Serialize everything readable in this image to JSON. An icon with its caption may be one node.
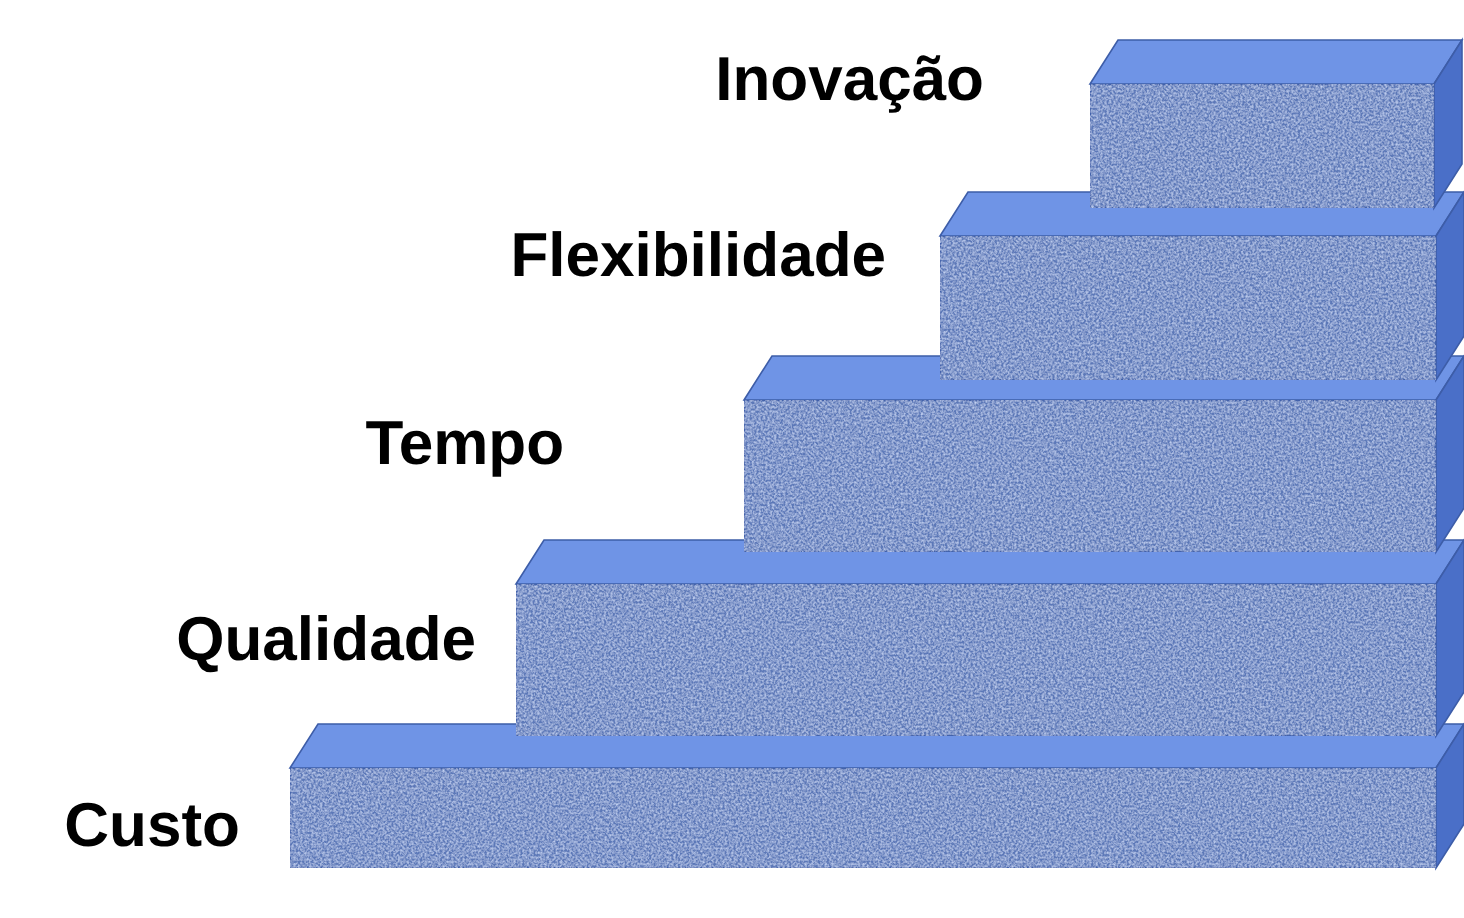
{
  "diagram": {
    "nodes": [
      {
        "text": [
          "Inovação"
        ]
      },
      {
        "text": [
          "Flexibilidade"
        ]
      },
      {
        "text": [
          "Tempo"
        ]
      },
      {
        "text": [
          "Qualidade"
        ]
      },
      {
        "text": [
          "Custo"
        ]
      }
    ]
  }
}
